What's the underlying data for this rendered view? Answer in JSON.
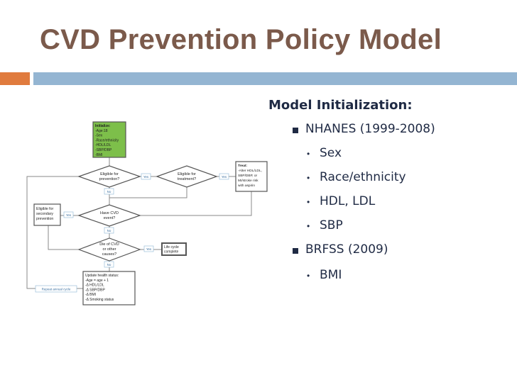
{
  "title": "CVD Prevention Policy Model",
  "bullets": {
    "heading": "Model Initialization:",
    "groups": [
      {
        "label": "NHANES (1999-2008)",
        "items": [
          "Sex",
          "Race/ethnicity",
          "HDL, LDL",
          "SBP"
        ]
      },
      {
        "label": "BRFSS (2009)",
        "items": [
          "BMI"
        ]
      }
    ]
  },
  "flowchart": {
    "initialize": [
      "Initialize:",
      "-Age:18",
      "-Sex",
      "-Race/ethnicity",
      "-HDL/LDL",
      "-SBP/DBP",
      "-BMI"
    ],
    "eligible_prevention": [
      "Eligible for",
      "prevention?"
    ],
    "eligible_treatment": [
      "Eligible for",
      "treatment?"
    ],
    "treat": [
      "Treat:",
      " -Alter HDL/LDL,",
      "SBP/DBP, or",
      "MI/stroke risk",
      "with aspirin"
    ],
    "have_cvd": [
      "Have CVD",
      "event?"
    ],
    "secondary": [
      "Eligible for",
      "secondary",
      "prevention"
    ],
    "die": [
      "Die of CVD",
      "or other",
      "causes?"
    ],
    "life_cycle": [
      "Life cycle",
      "complete"
    ],
    "update": [
      "Update health status:",
      " -Age = age + 1",
      " -Δ HDL/LDL",
      " -Δ SBP/DBP",
      " -Δ BMI",
      " -Δ Smoking status"
    ],
    "repeat": "Repeat annual cycle",
    "yes": "Yes",
    "no": "No"
  },
  "colors": {
    "title": "#7b5a4b",
    "init_box": "#7dbf4a",
    "accent_orange": "#e07b3e",
    "accent_blue": "#94b5d2"
  }
}
